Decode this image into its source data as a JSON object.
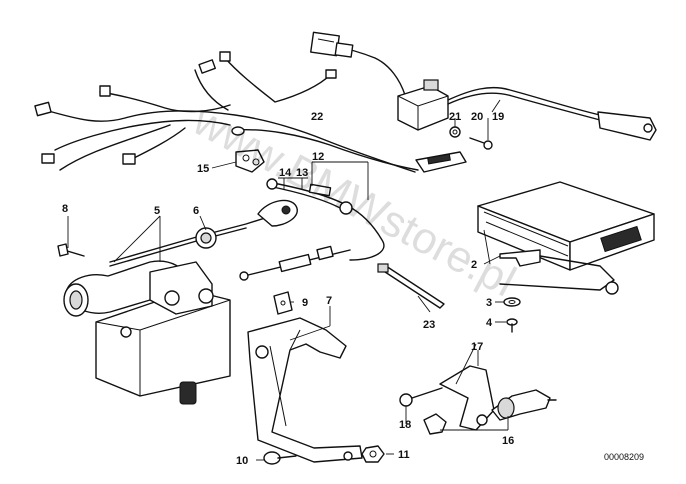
{
  "watermark": "www.BMWstore.pl",
  "reference_code": "00008209",
  "callouts": {
    "c1": "2",
    "c2": "3",
    "c3": "4",
    "c4": "5",
    "c5": "6",
    "c6": "7",
    "c7": "8",
    "c8": "9",
    "c9": "10",
    "c10": "11",
    "c11": "12",
    "c12": "13",
    "c13": "14",
    "c14": "15",
    "c15": "16",
    "c16": "17",
    "c17": "18",
    "c18": "19",
    "c19": "20",
    "c20": "21",
    "c21": "22",
    "c22": "23"
  }
}
